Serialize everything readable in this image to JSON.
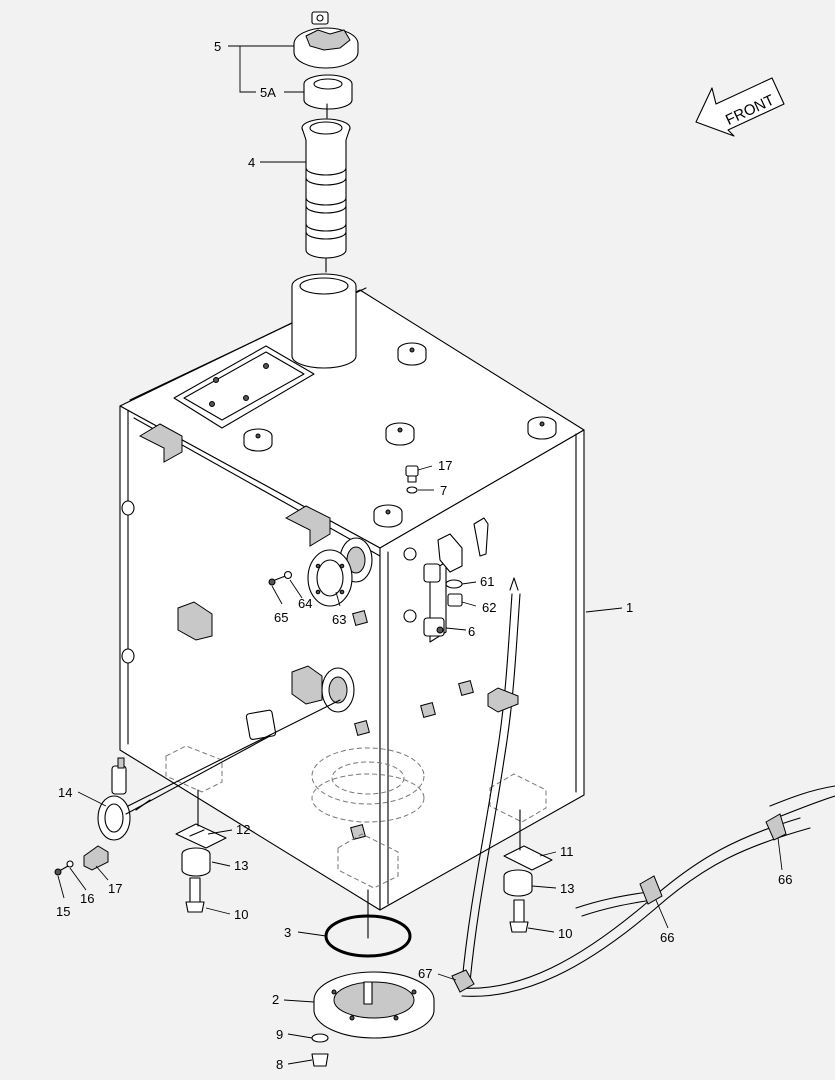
{
  "direction_indicator": {
    "label": "FRONT",
    "icon": "front-arrow-icon"
  },
  "callouts": [
    {
      "id": "c5",
      "text": "5"
    },
    {
      "id": "c5a",
      "text": "5A"
    },
    {
      "id": "c4",
      "text": "4"
    },
    {
      "id": "c17a",
      "text": "17"
    },
    {
      "id": "c7",
      "text": "7"
    },
    {
      "id": "c61",
      "text": "61"
    },
    {
      "id": "c62",
      "text": "62"
    },
    {
      "id": "c6",
      "text": "6"
    },
    {
      "id": "c1",
      "text": "1"
    },
    {
      "id": "c64",
      "text": "64"
    },
    {
      "id": "c65",
      "text": "65"
    },
    {
      "id": "c63",
      "text": "63"
    },
    {
      "id": "c14",
      "text": "14"
    },
    {
      "id": "c12",
      "text": "12"
    },
    {
      "id": "c13a",
      "text": "13"
    },
    {
      "id": "c10a",
      "text": "10"
    },
    {
      "id": "c15",
      "text": "15"
    },
    {
      "id": "c16",
      "text": "16"
    },
    {
      "id": "c17b",
      "text": "17"
    },
    {
      "id": "c11",
      "text": "11"
    },
    {
      "id": "c13b",
      "text": "13"
    },
    {
      "id": "c10b",
      "text": "10"
    },
    {
      "id": "c66a",
      "text": "66"
    },
    {
      "id": "c66b",
      "text": "66"
    },
    {
      "id": "c3",
      "text": "3"
    },
    {
      "id": "c67",
      "text": "67"
    },
    {
      "id": "c2",
      "text": "2"
    },
    {
      "id": "c9",
      "text": "9"
    },
    {
      "id": "c8",
      "text": "8"
    }
  ]
}
